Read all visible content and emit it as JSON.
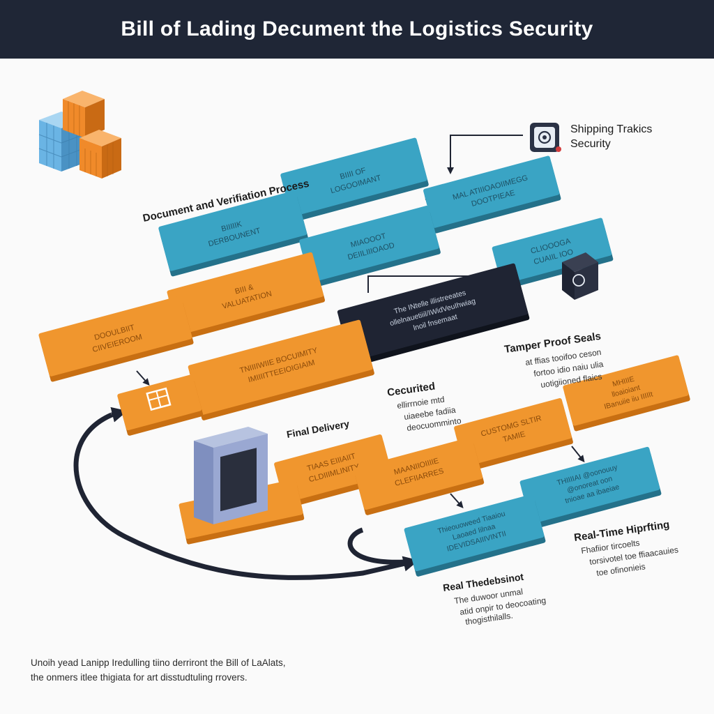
{
  "header": {
    "title": "Bill of Lading Decument the Logistics Security"
  },
  "badge": {
    "label_line1": "Shipping Trakics",
    "label_line2": "Security",
    "icon": "lock-camera-icon"
  },
  "colors": {
    "header_bg": "#1f2636",
    "teal": "#3aa4c4",
    "orange": "#f0962e",
    "dark_node": "#1f2433",
    "arrow": "#1f2433",
    "background": "#fafafa"
  },
  "labels": {
    "verification_process": "Document and Verifiation Process",
    "tamper_title": "Tamper Proof Seals",
    "tamper_body": [
      "at ffias tooifoo ceson",
      "fortoo idio naiu ulia",
      "uotigiioned flaics"
    ],
    "securited_title": "Cecurited",
    "securited_body": [
      "ellirrnoie mtd",
      "uiaeebe fadiia",
      "deocuomminto"
    ],
    "final_delivery": "Final Delivery",
    "realtime_title": "Real-Time Hiprfting",
    "realtime_body": [
      "Fhafiior tircoelts",
      "torsivotel toe ffiaacauies",
      "toe ofinonieis"
    ],
    "realshed_title": "Real Thedebsinot",
    "realshed_body": [
      "The duwoor unmal",
      "atid onpir to deocoating",
      "thogisthilalls."
    ]
  },
  "nodes": {
    "n1": [
      "BIIII OF",
      "LOGOOIMANT"
    ],
    "n2": [
      "BIIIIIK",
      "DERBOUNENT"
    ],
    "n3": [
      "MAL ATIIIOAOIIMEGG",
      "DOOTPIEAE"
    ],
    "n4": [
      "MIAOOOT",
      "DEIILIIIOAOD"
    ],
    "n5": [
      "CLIOOOGA",
      "CUAIIL IOO"
    ],
    "n6": [
      "BIII &",
      "VALUATATION"
    ],
    "n7": [
      "DOOULBIIT",
      "CIIVEIEROOM"
    ],
    "n8": [
      "TNIIIIWIIE BOCUIMITY",
      "IMIIIITTEEIOIGIAIM"
    ],
    "n9": [
      "The INtelle illistreeates",
      "ollelnauetiiil/IWidVeuIhwiag",
      "lnoil fnsemaat"
    ],
    "n10": [
      "CUSTOMG SLTIR",
      "TAMIE"
    ],
    "n11": [
      "MHIIIE",
      "lloaioiant",
      "IBanuiie iiu IIIIIt"
    ],
    "n12": [
      "TIAAS EIIIAIIT",
      "CLDIIIMLINITY"
    ],
    "n13": [
      "MAANIIOIIIIE",
      "CLEFIIARRES"
    ],
    "n14": [
      "THIIIIAI @oonouuy",
      "@onoreat oon",
      "tnioae aa ibaeiae"
    ],
    "n15": [
      "Thieouoweed Tiaaiou",
      "Laoaed Iilnaa",
      "IDEVIDSAIIIVINTII"
    ]
  },
  "footer": {
    "line1": "Unoih yead Lanipp Iredulling tiino derriront the Bill of LaAlats,",
    "line2": "the onmers itlee thigiata for art disstudtuling rrovers."
  }
}
